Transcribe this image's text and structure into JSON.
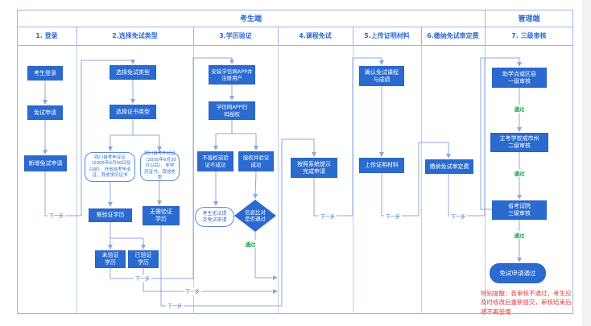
{
  "header": {
    "candidate_side": "考生端",
    "admin_side": "管理端",
    "columns": [
      {
        "label": "1. 登录"
      },
      {
        "label": "2.选择免试类型"
      },
      {
        "label": "3.学历验证"
      },
      {
        "label": "4.课程免试"
      },
      {
        "label": "5.上传证明材料"
      },
      {
        "label": "6.缴纳免试审定费"
      },
      {
        "label": "7. 三级审核"
      }
    ]
  },
  "nodes": {
    "login": "考生登录",
    "exemption_apply": "免试申请",
    "new_exemption_apply": "新增免试申请",
    "select_exemption_type": "选择免试类型",
    "select_cert_type": "选择证书类型",
    "cond_need_verify": "四川自考毕业证（2005年6月30日及以前）、外省自考毕业证、其他学历证书",
    "cond_no_verify": "四川自考毕业证（2005年6月30日以后）、非学历证书、其他类型",
    "need_verify": "需验证学历",
    "no_need_verify": "无需验证学历",
    "not_verified": "未验证学历",
    "verified": "已验证学历",
    "install_app": "安装学信网APP并注册用户",
    "scan_auth": "学信网APP扫码授权",
    "auth_fail": "不授权或验证不成功",
    "auth_success": "授权并验证成功",
    "cannot_submit": "考生无法提交免试申请",
    "info_match": "信息比对是否通过",
    "follow_prompts": "按照系统提示完成申请",
    "confirm_courses": "确认免试课程与成绩",
    "upload_materials": "上传证明材料",
    "pay_fee": "缴纳免试审定费",
    "first_review": "助学点或区县一级审核",
    "second_review": "主考学校或市州二级审核",
    "third_review": "省考试院三级审核",
    "approved": "免试申请通过"
  },
  "edge_labels": {
    "next_step": "下一步",
    "pass": "通过"
  },
  "note": "特别提醒：若审核不通过，考生应及时修改后重新提交，审核结束后将不再受理",
  "colors": {
    "node_fill": "#2b6bd0",
    "connector": "#8ca9db",
    "header_text": "#2f6bd0",
    "pass_green": "#1ca64e",
    "note_red": "#e23c3c",
    "grid_line": "#9cb6e2"
  }
}
